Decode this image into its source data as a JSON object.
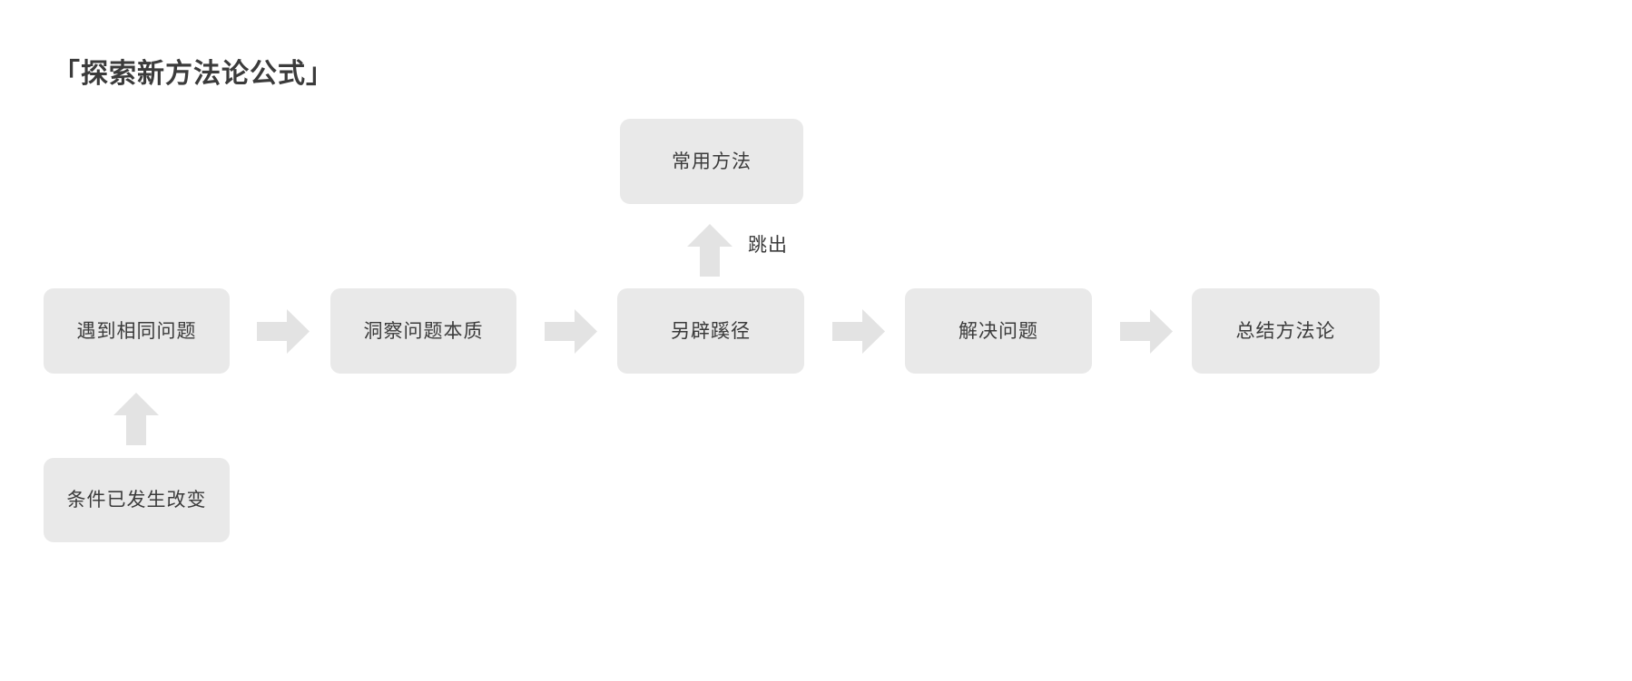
{
  "page": {
    "title": "「探索新方法论公式」",
    "background_color": "#ffffff",
    "node_fill_color": "#e9e9e9",
    "arrow_fill_color": "#e3e3e3",
    "text_color": "#3b3b3b"
  },
  "diagram": {
    "type": "flowchart",
    "main_flow": [
      {
        "id": "node-0",
        "label": "遇到相同问题"
      },
      {
        "id": "node-1",
        "label": "洞察问题本质"
      },
      {
        "id": "node-2",
        "label": "另辟蹊径"
      },
      {
        "id": "node-3",
        "label": "解决问题"
      },
      {
        "id": "node-4",
        "label": "总结方法论"
      }
    ],
    "branch_nodes": [
      {
        "id": "node-top",
        "label": "常用方法"
      },
      {
        "id": "node-bottom",
        "label": "条件已发生改变"
      }
    ],
    "edge_labels": {
      "jump": "跳出"
    },
    "connections": [
      {
        "from": "遇到相同问题",
        "to": "洞察问题本质",
        "direction": "right",
        "label": ""
      },
      {
        "from": "洞察问题本质",
        "to": "另辟蹊径",
        "direction": "right",
        "label": ""
      },
      {
        "from": "另辟蹊径",
        "to": "解决问题",
        "direction": "right",
        "label": ""
      },
      {
        "from": "解决问题",
        "to": "总结方法论",
        "direction": "right",
        "label": ""
      },
      {
        "from": "另辟蹊径",
        "to": "常用方法",
        "direction": "up",
        "label": "跳出"
      },
      {
        "from": "条件已发生改变",
        "to": "遇到相同问题",
        "direction": "up",
        "label": ""
      }
    ]
  },
  "icons": {
    "arrow_right": "arrow-right-icon",
    "arrow_up": "arrow-up-icon"
  }
}
